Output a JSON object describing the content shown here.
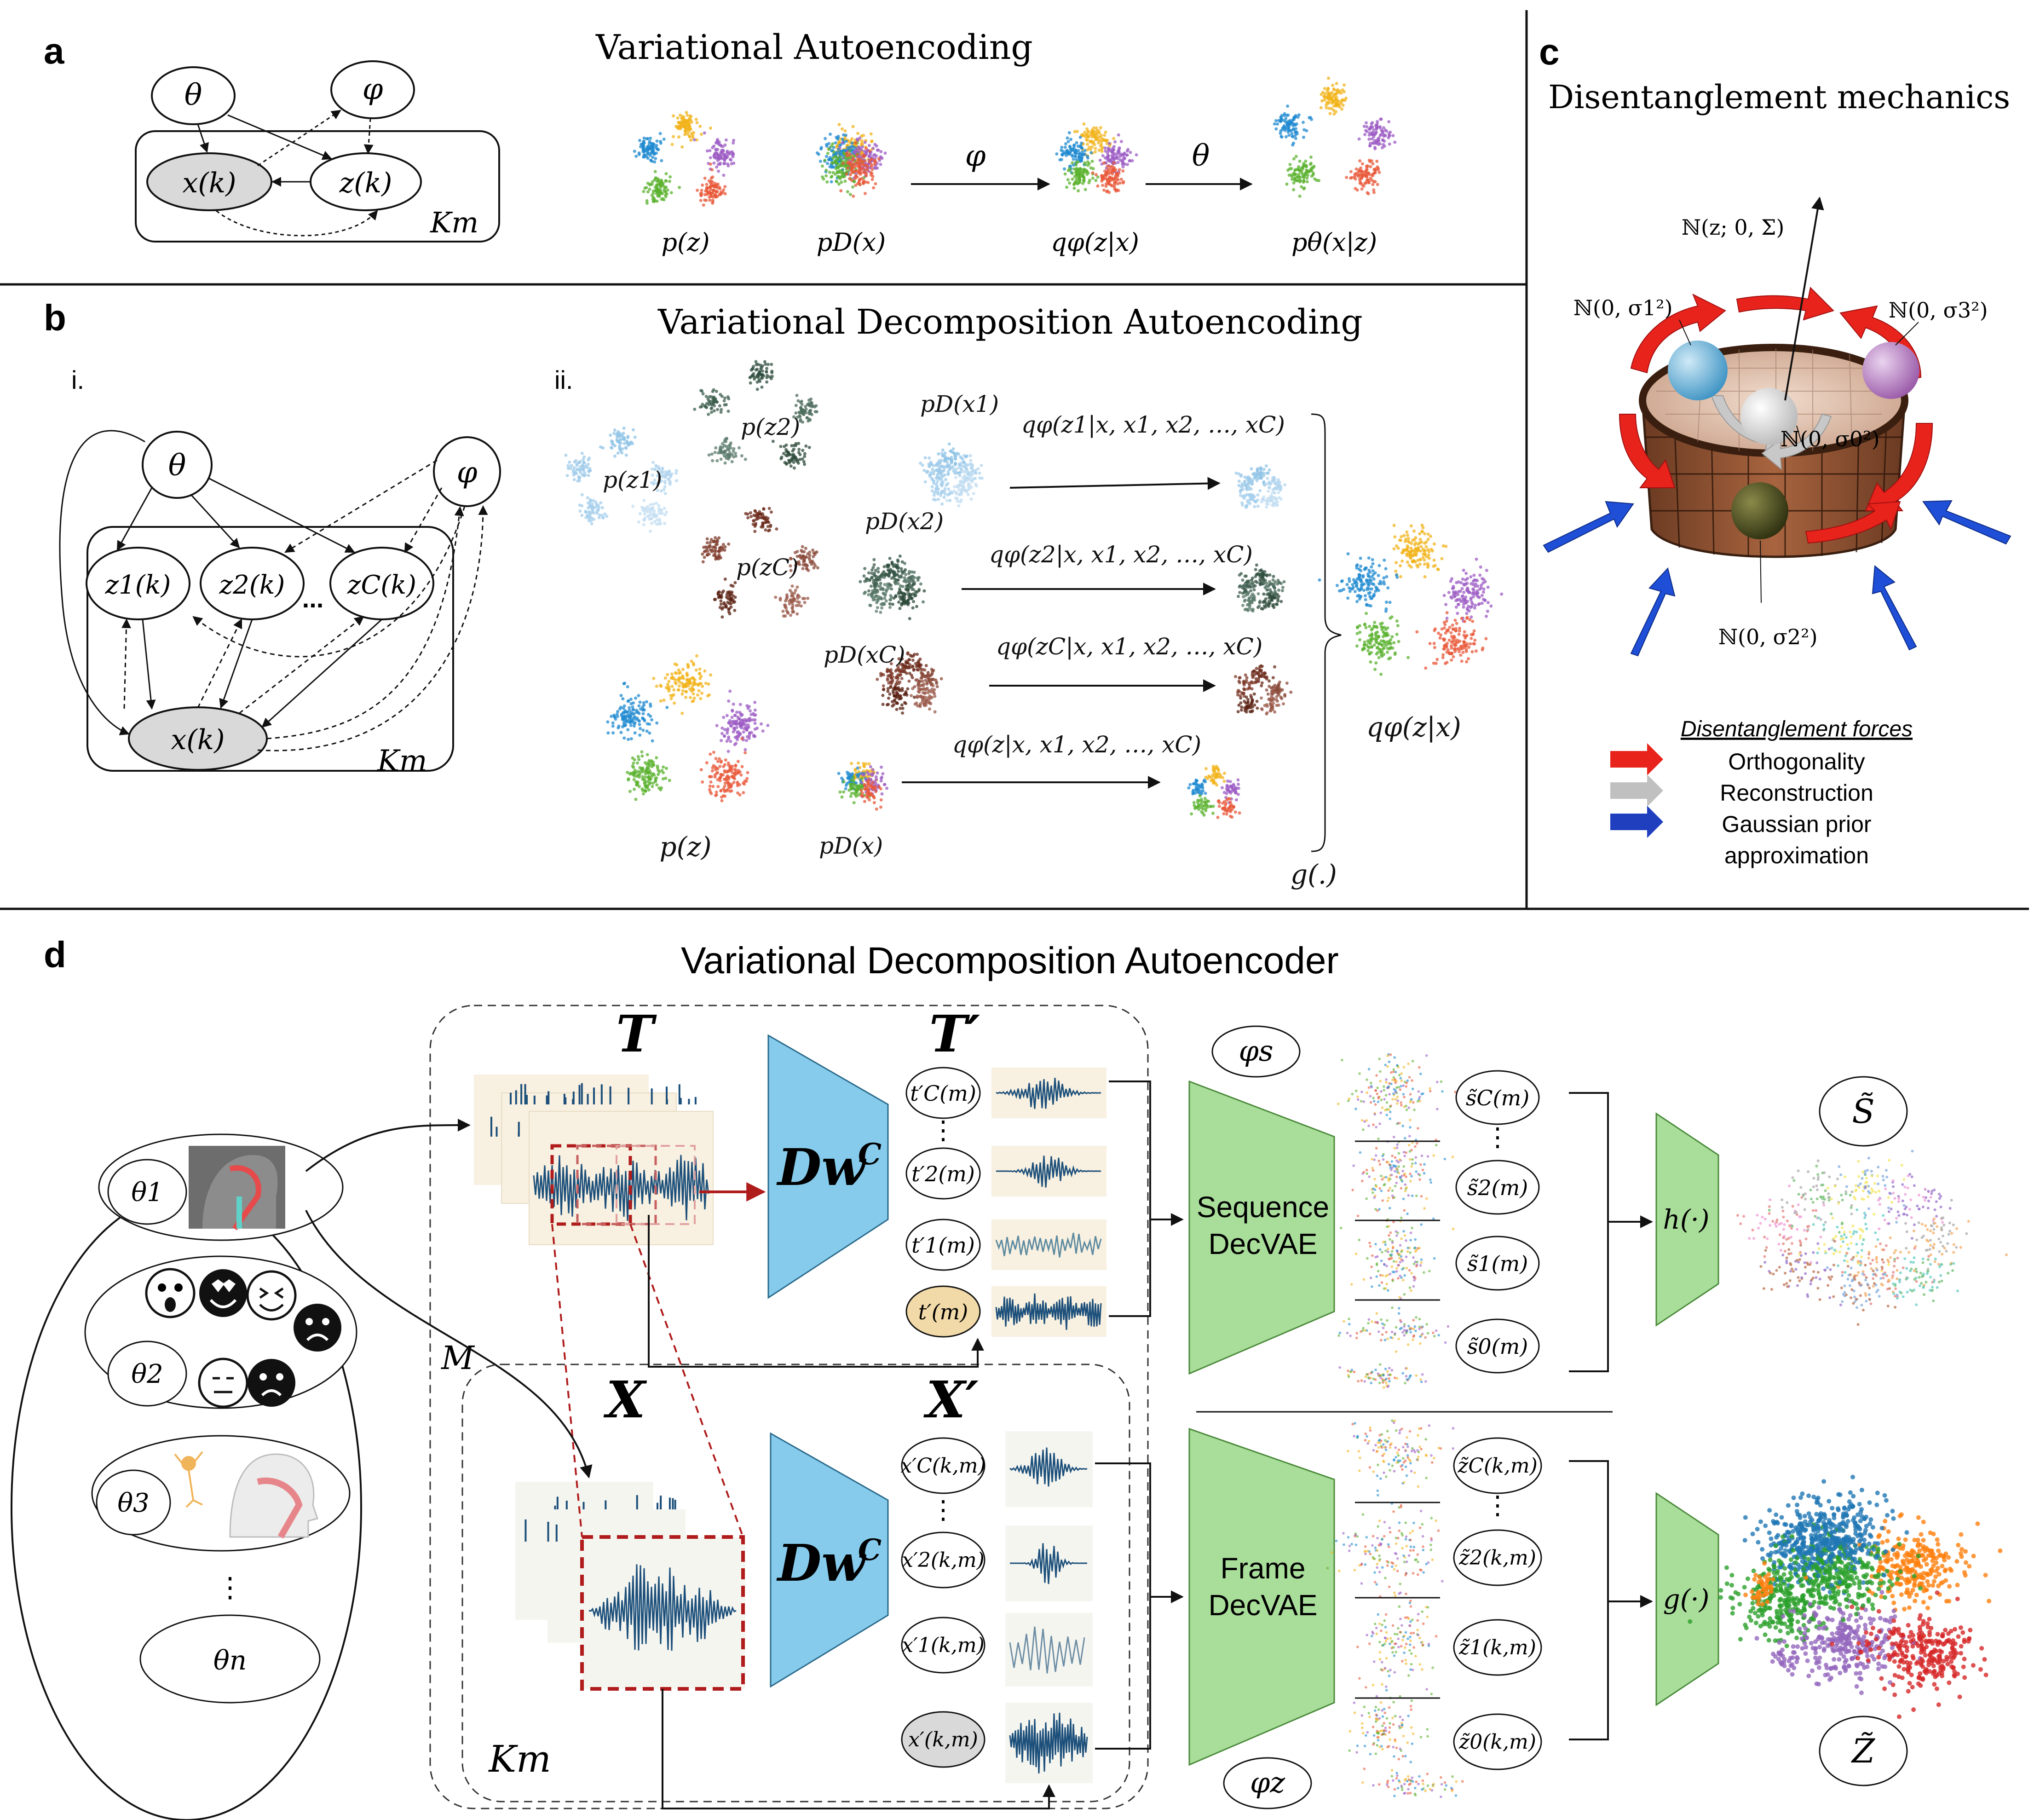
{
  "panels": {
    "a": {
      "letter": "a",
      "title": "Variational Autoencoding",
      "nodes": {
        "theta": "θ",
        "phi": "φ",
        "x": "x(k)",
        "z": "z(k)",
        "plate": "Km"
      },
      "labels": {
        "pz": "p(z)",
        "pdx": "pD(x)",
        "qphi": "qφ(z|x)",
        "ptheta": "pθ(x|z)",
        "arrow_phi": "φ",
        "arrow_theta": "θ"
      }
    },
    "b": {
      "letter": "b",
      "title": "Variational Decomposition Autoencoding",
      "sub_i": "i.",
      "sub_ii": "ii.",
      "nodes": {
        "theta": "θ",
        "phi": "φ",
        "z1": "z1(k)",
        "z2": "z2(k)",
        "zc": "zC(k)",
        "dots": "...",
        "x": "x(k)",
        "plate": "Km"
      },
      "labels": {
        "pz1": "p(z1)",
        "pz2": "p(z2)",
        "pzc": "p(zC)",
        "pz": "p(z)",
        "pdx1": "pD(x1)",
        "pdx2": "pD(x2)",
        "pdxc": "pD(xC)",
        "pdx": "pD(x)",
        "q1": "qφ(z1|x, x1, x2, …, xC)",
        "q2": "qφ(z2|x, x1, x2, …, xC)",
        "qc": "qφ(zC|x, x1, x2, …, xC)",
        "q": "qφ(z|x, x1, x2, …, xC)",
        "qzx": "qφ(z|x)",
        "g": "g(.)"
      }
    },
    "c": {
      "letter": "c",
      "title": "Disentanglement mechanics",
      "labels": {
        "n_top": "ℕ(z; 0, Σ)",
        "n1": "ℕ(0, σ1²)",
        "n3": "ℕ(0, σ3²)",
        "n0": "ℕ(0, σ0²)",
        "n2": "ℕ(0, σ2²)"
      },
      "legend_title": "Disentanglement forces",
      "legend": [
        {
          "label": "Orthogonality",
          "color": "#e8231c"
        },
        {
          "label": "Reconstruction",
          "color": "#bdbdbd"
        },
        {
          "label": "Gaussian prior",
          "color": "#1f3fbf"
        },
        {
          "label": "approximation",
          "color": "#ffffff"
        }
      ]
    },
    "d": {
      "letter": "d",
      "title": "Variational Decomposition Autoencoder",
      "labels": {
        "T": "T",
        "Tp": "T′",
        "X": "X",
        "Xp": "X′",
        "M": "M",
        "Km": "Km",
        "D": "Dw",
        "Dsup": "C",
        "phi_s": "φs",
        "phi_z": "φz",
        "seq": "Sequence",
        "seq2": "DecVAE",
        "frame": "Frame",
        "frame2": "DecVAE",
        "h": "h(·)",
        "g": "g(·)",
        "S": "S̃",
        "Z": "Z̃",
        "theta1": "θ1",
        "theta2": "θ2",
        "theta3": "θ3",
        "thetan": "θn",
        "vdots": "⋮"
      },
      "t_nodes": [
        "t′C(m)",
        "t′2(m)",
        "t′1(m)",
        "t′(m)"
      ],
      "x_nodes": [
        "x′C(k,m)",
        "x′2(k,m)",
        "x′1(k,m)",
        "x′(k,m)"
      ],
      "s_nodes": [
        "s̃C(m)",
        "s̃2(m)",
        "s̃1(m)",
        "s̃0(m)"
      ],
      "z_nodes": [
        "z̃C(k,m)",
        "z̃2(k,m)",
        "z̃1(k,m)",
        "z̃0(k,m)"
      ]
    }
  },
  "colors": {
    "cluster": [
      "#f2b31a",
      "#1f8ad0",
      "#9c5cc4",
      "#5bb12f",
      "#e8583a"
    ],
    "blue_trapezoid": "#86cbec",
    "green_trapezoid": "#a9dd9a",
    "wave": "#1c4f7a",
    "paper": "#f8f0e0",
    "red_dash": "#b01c1c",
    "grey_node": "#d9d9d9",
    "tan_node": "#f1d9a8"
  }
}
